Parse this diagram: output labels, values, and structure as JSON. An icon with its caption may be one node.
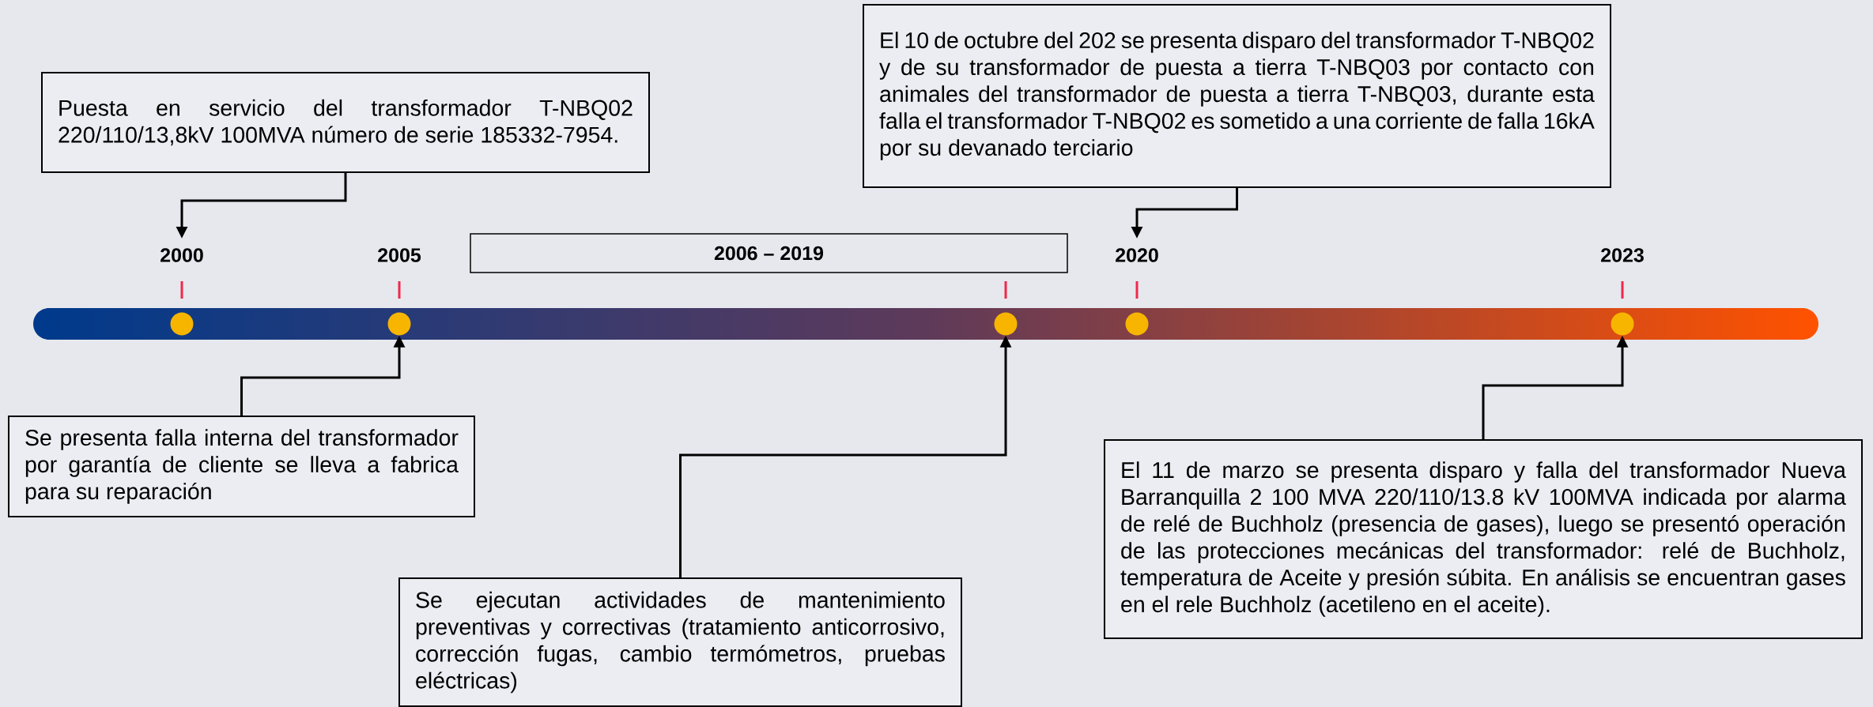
{
  "diagram": {
    "nodes": [
      {
        "text": [
          "Puesta en servicio del transformador T-NBQ02 220/110/13,8kV 100MVA número de serie 185332-7954."
        ]
      },
      {
        "text": [
          "El 10 de octubre del 202 se presenta disparo del transformador T-NBQ02 y de su transformador de puesta a tierra T-NBQ03 por contacto con animales del transformador de puesta a tierra T-NBQ03, durante esta falla el transformador T-NBQ02 es sometido a una corriente de falla 16kA por su devanado terciario"
        ]
      },
      {
        "text": [
          "Se presenta falla interna del transformador por garantía de cliente se lleva a fabrica para su reparación"
        ]
      },
      {
        "text": [
          "Se ejecutan actividades de mantenimiento preventivas y correctivas (tratamiento anticorrosivo, corrección fugas, cambio termómetros, pruebas eléctricas)"
        ]
      },
      {
        "text": [
          "El 11 de marzo  se presenta disparo y falla del transformador Nueva Barranquilla 2 100 MVA 220/110/13.8 kV 100MVA indicada por alarma de relé de Buchholz (presencia de gases), luego se presentó operación de las protecciones mecánicas del transformador: relé de Buchholz, temperatura de Aceite y presión súbita. En análisis se encuentran gases en el rele Buchholz (acetileno en el aceite)."
        ]
      },
      {
        "text": [
          "2006 – 2019"
        ]
      },
      {
        "text": [
          "2000"
        ]
      },
      {
        "text": [
          "2020"
        ]
      },
      {
        "text": [],
        "shape": "circle"
      },
      {
        "text": [],
        "shape": "circle"
      },
      {
        "text": [],
        "shape": "circle"
      },
      {
        "text": [],
        "shape": "circle"
      },
      {
        "text": [],
        "shape": "circle"
      }
    ],
    "edges": [
      {
        "from": 0,
        "to": 6,
        "arrow": "to"
      },
      {
        "from": 1,
        "to": 7,
        "arrow": "to"
      },
      {
        "from": 2,
        "to": 9,
        "arrow": "to"
      },
      {
        "from": 3,
        "to": 10,
        "arrow": "to"
      },
      {
        "from": 4,
        "to": 12,
        "arrow": "to"
      }
    ],
    "labels": [
      "2005",
      "2023"
    ]
  }
}
